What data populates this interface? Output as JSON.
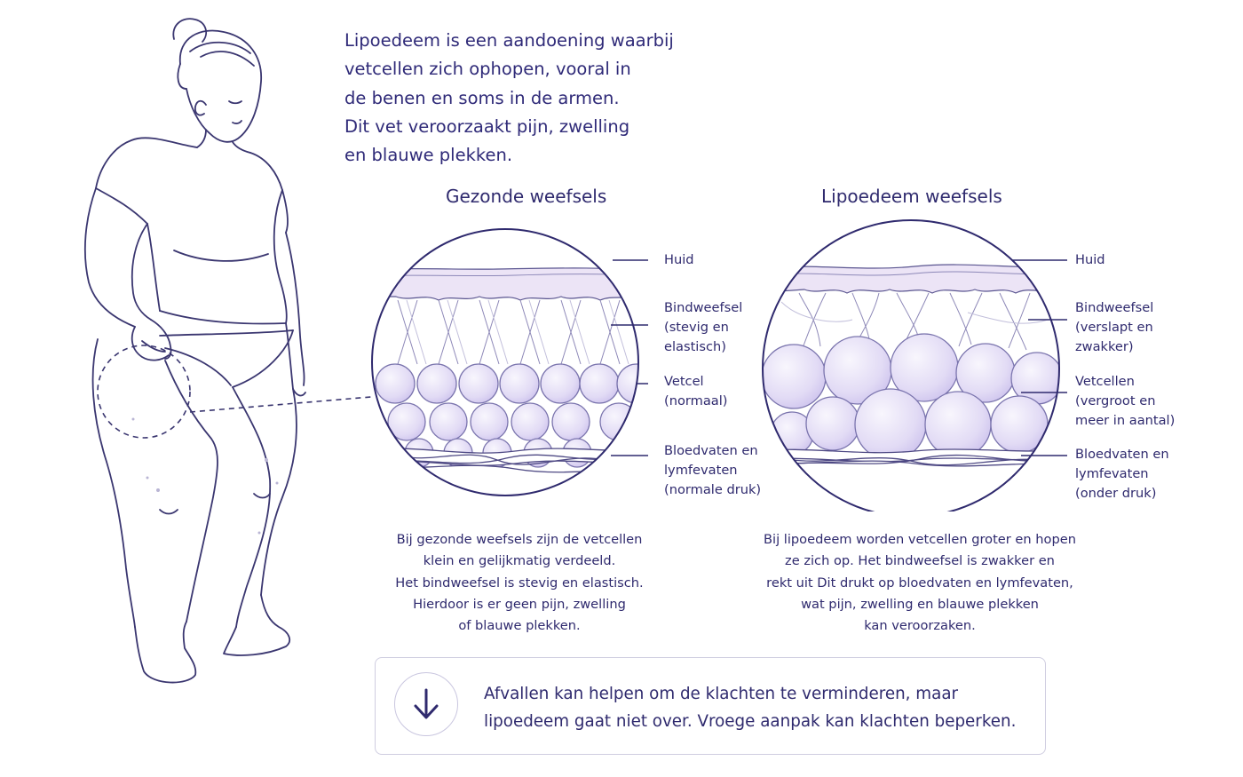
{
  "intro": {
    "lines": [
      "Lipoedeem is een aandoening waarbij",
      "vetcellen zich ophopen, vooral in",
      "de benen en soms in de armen.",
      "Dit vet veroorzaakt pijn, zwelling",
      "en blauwe plekken."
    ]
  },
  "healthy": {
    "title": "Gezonde weefsels",
    "labels": {
      "skin": "Huid",
      "connective": [
        "Bindweefsel",
        "(stevig en",
        "elastisch)"
      ],
      "fat": [
        "Vetcel",
        "(normaal)"
      ],
      "vessels": [
        "Bloedvaten en",
        "lymfevaten",
        "(normale druk)"
      ]
    },
    "caption": [
      "Bij gezonde weefsels zijn de vetcellen",
      "klein en gelijkmatig verdeeld.",
      "Het bindweefsel is stevig en elastisch.",
      "Hierdoor is er geen pijn, zwelling",
      "of blauwe plekken."
    ]
  },
  "lipedema": {
    "title": "Lipoedeem weefsels",
    "labels": {
      "skin": "Huid",
      "connective": [
        "Bindweefsel",
        "(verslapt en",
        "zwakker)"
      ],
      "fat": [
        "Vetcellen",
        "(vergroot en",
        "meer in aantal)"
      ],
      "vessels": [
        "Bloedvaten en",
        "lymfevaten",
        "(onder druk)"
      ]
    },
    "caption": [
      "Bij lipoedeem worden vetcellen groter en hopen",
      "ze zich op. Het bindweefsel is zwakker en",
      "rekt uit  Dit drukt op bloedvaten en lymfevaten,",
      "wat pijn, zwelling en blauwe plekken",
      "kan veroorzaken."
    ]
  },
  "note": {
    "icon": "arrow-down-icon",
    "lines": [
      "Afvallen kan helpen om de klachten te verminderen, maar",
      "lipoedeem gaat niet over. Vroege aanpak kan klachten beperken."
    ]
  },
  "colors": {
    "ink": "#2f2a6e",
    "line": "#3a3670",
    "fat_fill": "#e4ddf6",
    "skin_fill": "#ece4f6",
    "box_border": "#cfcde0"
  }
}
